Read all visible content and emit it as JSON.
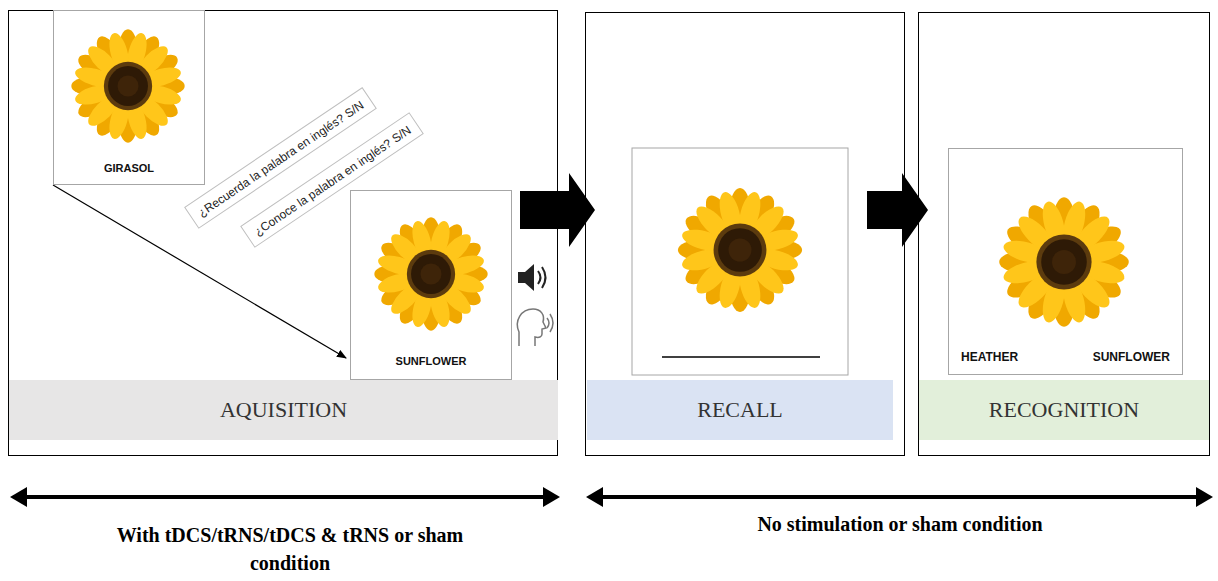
{
  "diagram": {
    "nodes": [
      {
        "text": [
          "AQUISITION"
        ]
      },
      {
        "text": [
          "GIRASOL"
        ],
        "in": 0
      },
      {
        "text": [
          "¿Recuerda la palabra en inglés? S/N"
        ],
        "in": 0
      },
      {
        "text": [
          "¿Conoce la palabra en inglés? S/N"
        ],
        "in": 0
      },
      {
        "text": [
          "SUNFLOWER"
        ],
        "in": 0
      },
      {
        "text": [
          "RECALL"
        ]
      },
      {
        "text": [
          "RECOGNITION"
        ]
      },
      {
        "text": [
          "HEATHER",
          "SUNFLOWER"
        ],
        "in": 6
      }
    ],
    "edges": [
      {
        "from": 1,
        "to": 4,
        "arrow": "to"
      },
      {
        "from": 0,
        "to": 5,
        "arrow": "to"
      },
      {
        "from": 5,
        "to": 6,
        "arrow": "to"
      }
    ],
    "labels": [
      "With tDCS/tRNS/tDCS & tRNS or sham condition",
      "No stimulation or sham condition"
    ]
  }
}
